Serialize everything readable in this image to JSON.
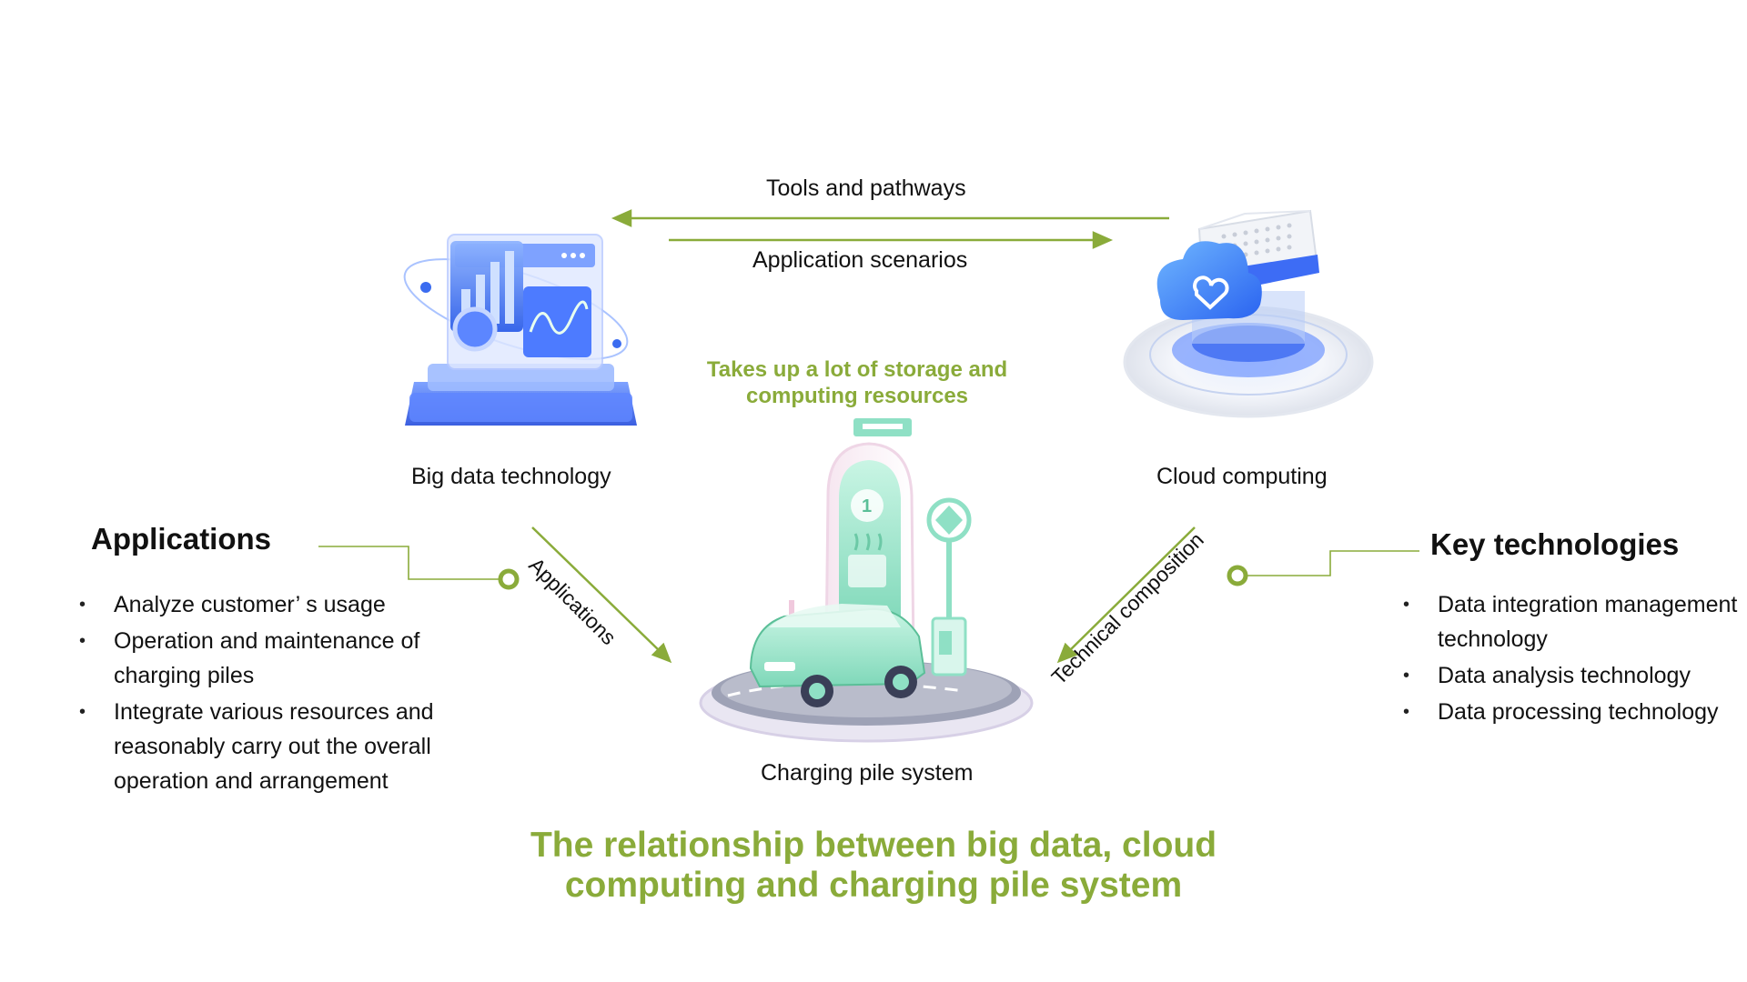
{
  "arrows": {
    "top_left": "Tools and pathways",
    "top_right": "Application scenarios",
    "left_diagonal": "Applications",
    "right_diagonal": "Technical composition"
  },
  "nodes": {
    "big_data": "Big data technology",
    "cloud": "Cloud computing",
    "charging": "Charging pile system"
  },
  "note": {
    "line1": "Takes up a lot of storage and",
    "line2": "computing resources"
  },
  "applications": {
    "heading": "Applications",
    "items": [
      "Analyze customer’ s usage",
      "Operation and maintenance of charging piles",
      "Integrate various resources and reasonably carry out the overall operation and arrangement"
    ]
  },
  "key_technologies": {
    "heading": "Key technologies",
    "items": [
      "Data integration management technology",
      "Data analysis technology",
      "Data processing technology"
    ]
  },
  "caption": {
    "line1": "The relationship between big data, cloud",
    "line2": "computing and charging pile system"
  },
  "colors": {
    "accent_green": "#8aab3a",
    "blue": "#3b6cf0",
    "mint": "#8fe0c5"
  }
}
